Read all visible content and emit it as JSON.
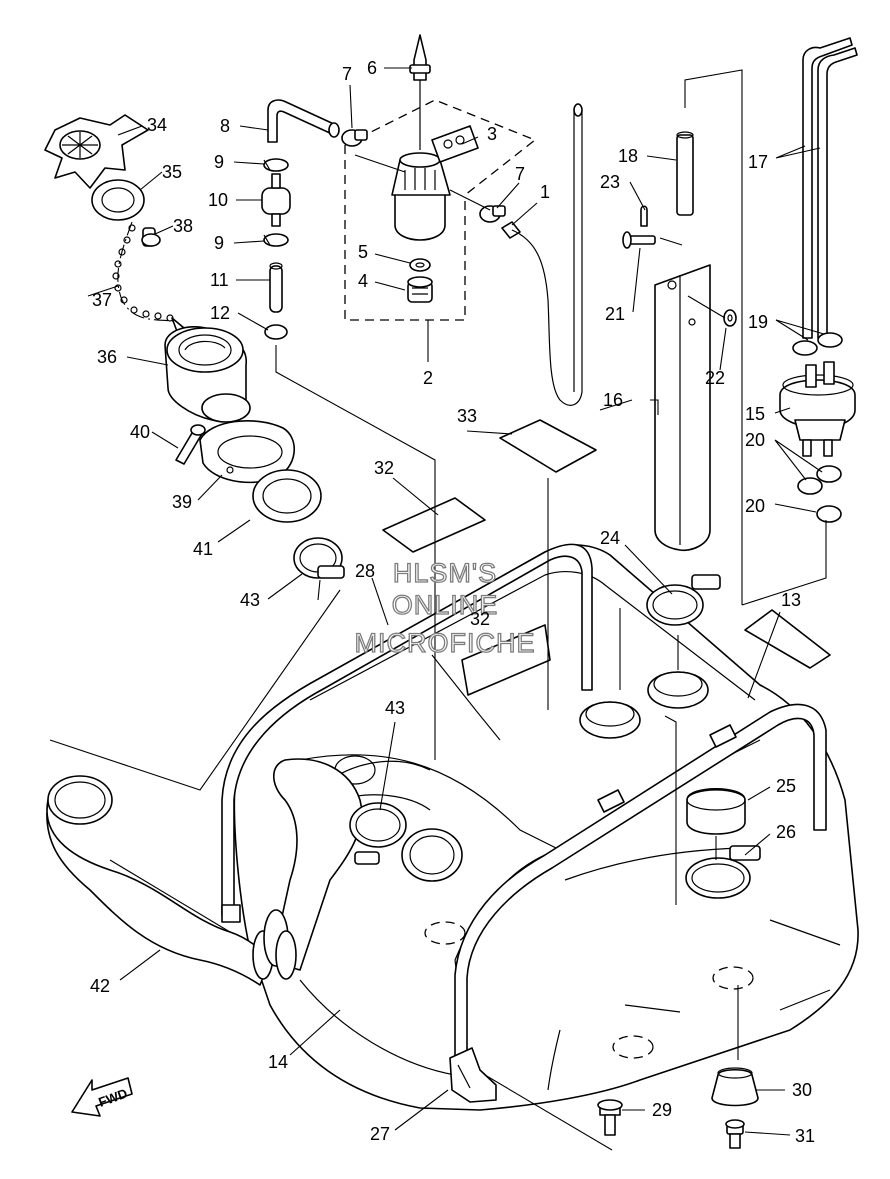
{
  "watermark": [
    "HLSM'S",
    "ONLINE",
    "MICROFICHE"
  ],
  "direction_label": "FWD",
  "callouts": {
    "c1": "1",
    "c2": "2",
    "c3": "3",
    "c4": "4",
    "c5": "5",
    "c6": "6",
    "c7a": "7",
    "c7b": "7",
    "c8": "8",
    "c9a": "9",
    "c9b": "9",
    "c10": "10",
    "c11": "11",
    "c12": "12",
    "c13": "13",
    "c14": "14",
    "c15": "15",
    "c16": "16",
    "c17": "17",
    "c18": "18",
    "c19": "19",
    "c20a": "20",
    "c20b": "20",
    "c21": "21",
    "c22": "22",
    "c23": "23",
    "c24": "24",
    "c25": "25",
    "c26": "26",
    "c27": "27",
    "c28": "28",
    "c29": "29",
    "c30": "30",
    "c31": "31",
    "c32a": "32",
    "c32b": "32",
    "c33": "33",
    "c34": "34",
    "c35": "35",
    "c36": "36",
    "c37": "37",
    "c38": "38",
    "c39": "39",
    "c40": "40",
    "c41": "41",
    "c42": "42",
    "c43a": "43",
    "c43b": "43"
  }
}
